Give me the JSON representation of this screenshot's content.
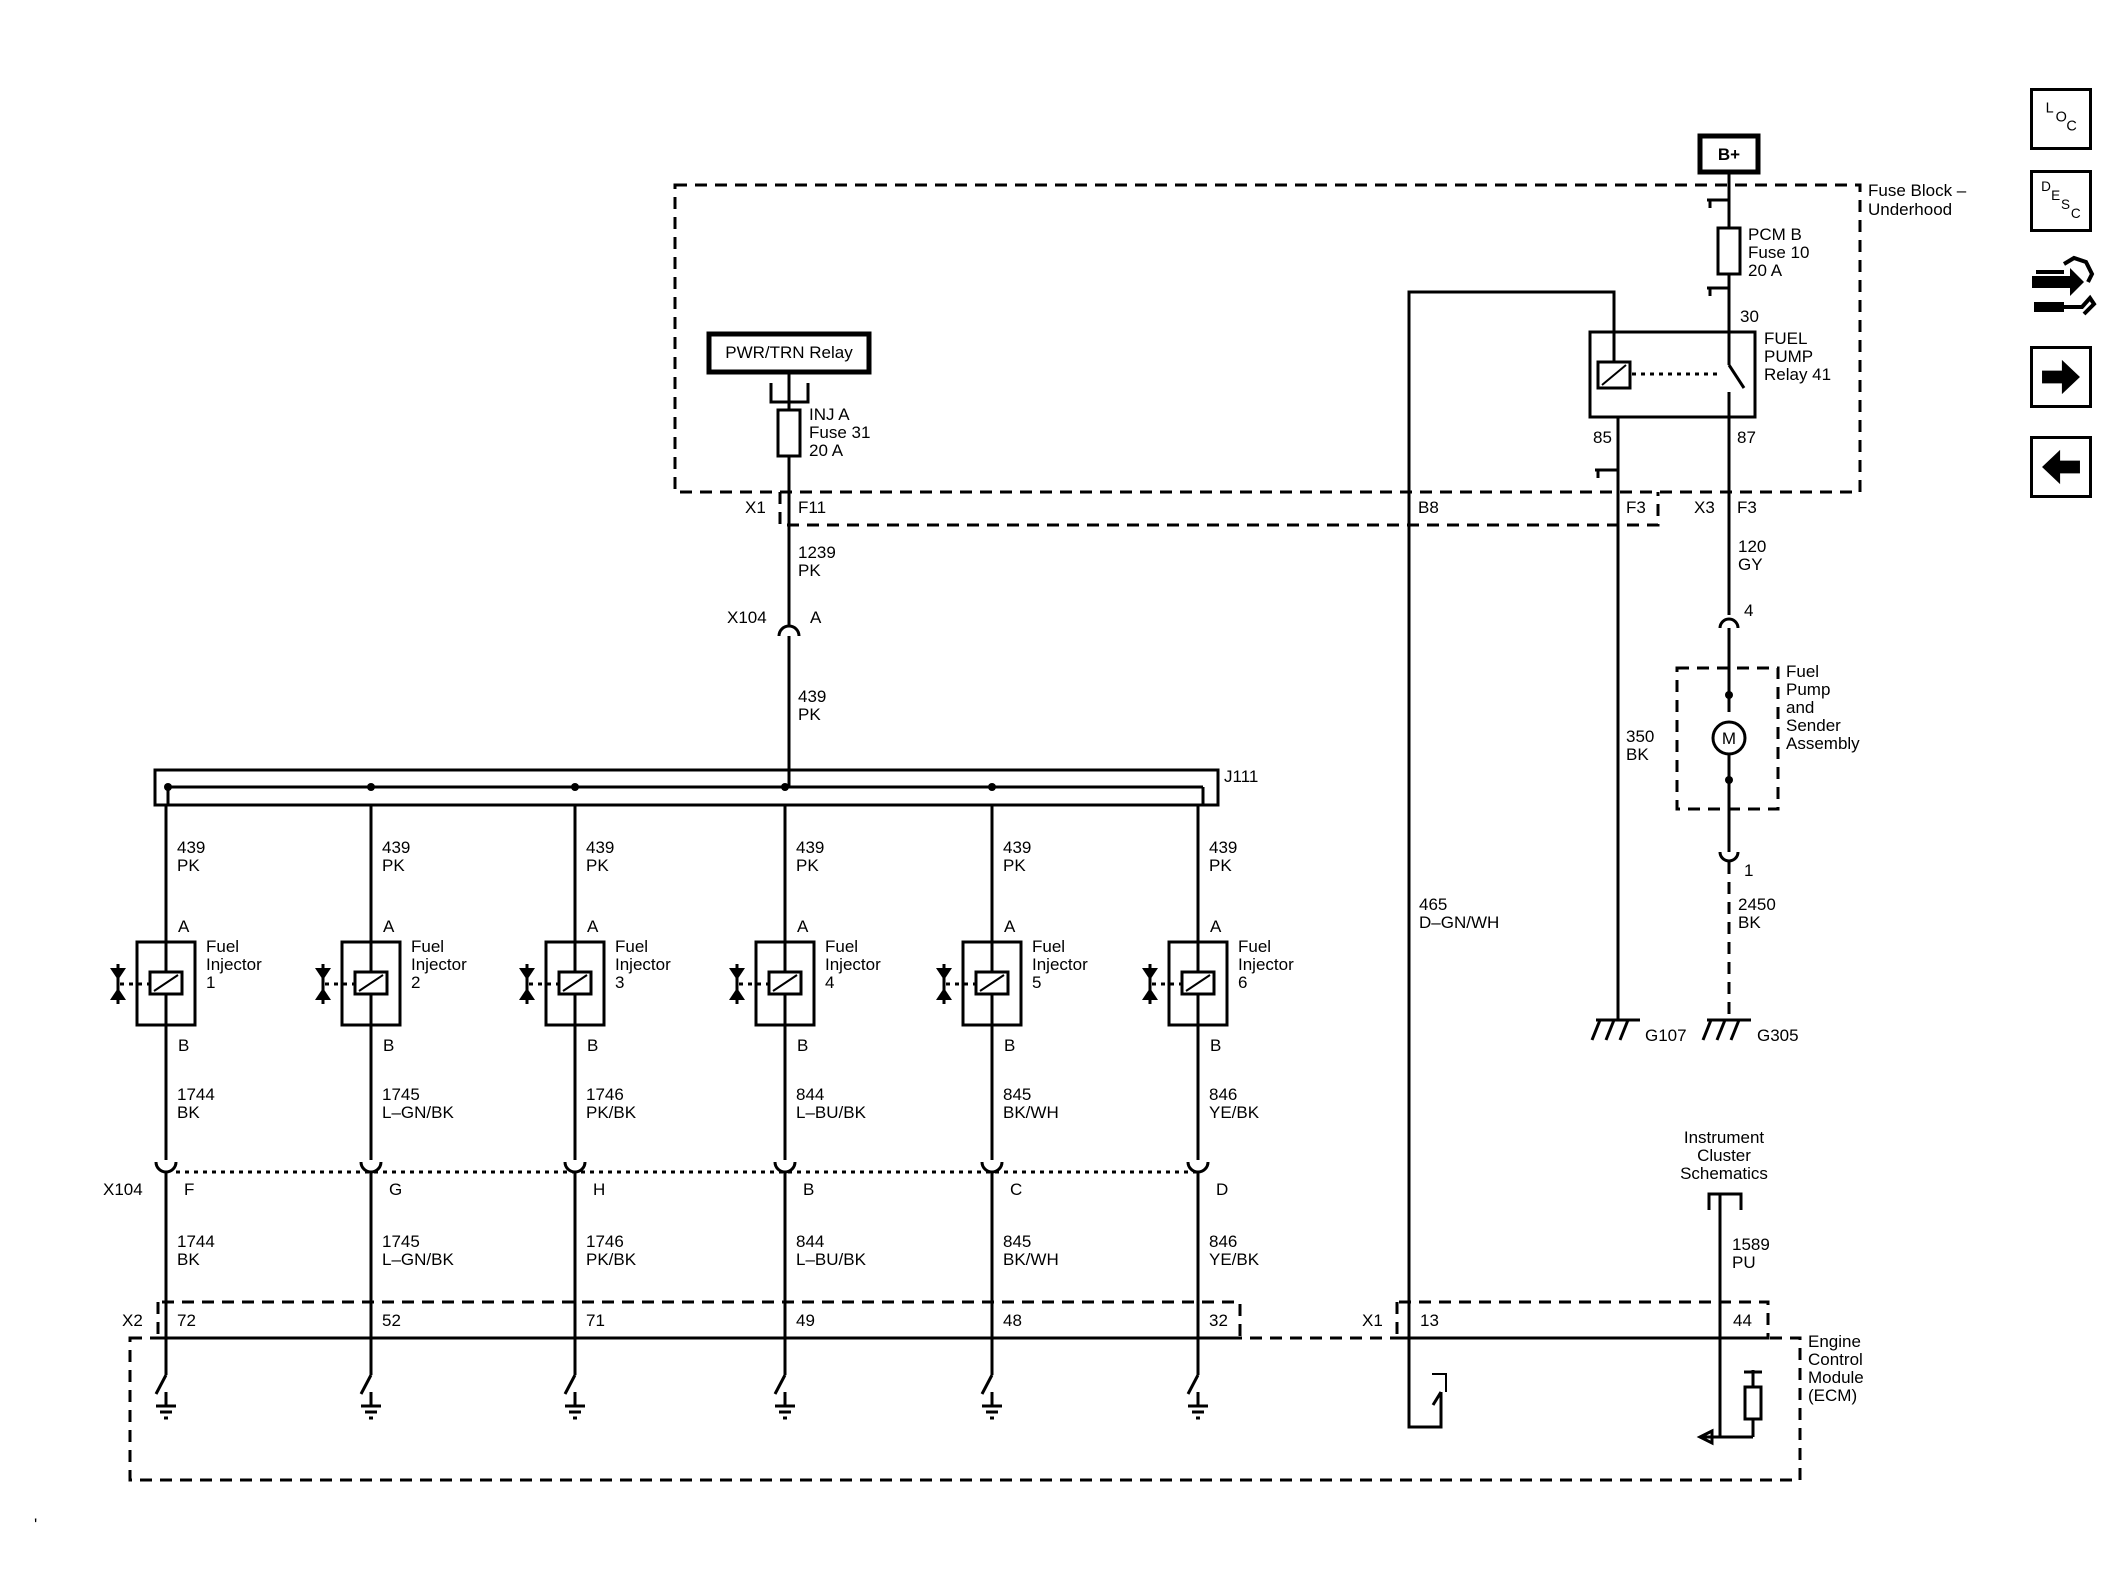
{
  "fuse_block": {
    "name": "Fuse Block – Underhood",
    "battery": "B+",
    "pwr_relay": "PWR/TRN Relay",
    "inj_fuse": {
      "name": "INJ A",
      "fuse": "Fuse 31",
      "rating": "20 A"
    },
    "pcm_fuse": {
      "name": "PCM B",
      "fuse": "Fuse 10",
      "rating": "20 A"
    },
    "fuel_pump_relay": {
      "line1": "FUEL",
      "line2": "PUMP",
      "line3": "Relay 41",
      "pin30": "30",
      "pin85": "85",
      "pin87": "87"
    }
  },
  "connectors": {
    "x1": "X1",
    "x3": "X3",
    "f11": "F11",
    "b8": "B8",
    "f3a": "F3",
    "f3b": "F3",
    "x104_top": "X104",
    "x104_top_pin": "A",
    "x104_bottom": "X104",
    "x2": "X2",
    "x1_ecm": "X1",
    "pin13": "13",
    "pin44": "44",
    "splice": "J111"
  },
  "feed_wires": {
    "w1239": {
      "circuit": "1239",
      "color": "PK"
    },
    "w439": {
      "circuit": "439",
      "color": "PK"
    },
    "w120": {
      "circuit": "120",
      "color": "GY"
    },
    "w350": {
      "circuit": "350",
      "color": "BK"
    },
    "w465": {
      "circuit": "465",
      "color": "D–GN/WH"
    },
    "w2450": {
      "circuit": "2450",
      "color": "BK"
    },
    "w1589": {
      "circuit": "1589",
      "color": "PU"
    }
  },
  "fuel_pump": {
    "line1": "Fuel",
    "line2": "Pump",
    "line3": "and",
    "line4": "Sender",
    "line5": "Assembly",
    "motor": "M",
    "pin_top": "4",
    "pin_bottom": "1"
  },
  "grounds": {
    "g107": "G107",
    "g305": "G305"
  },
  "instrument_cluster": {
    "line1": "Instrument",
    "line2": "Cluster",
    "line3": "Schematics"
  },
  "ecm": {
    "line1": "Engine",
    "line2": "Control",
    "line3": "Module",
    "line4": "(ECM)"
  },
  "injectors": [
    {
      "label1": "Fuel",
      "label2": "Injector",
      "num": "1",
      "pin_a": "A",
      "pin_b": "B",
      "feed_circuit": "439",
      "feed_color": "PK",
      "ctrl_circuit": "1744",
      "ctrl_color": "BK",
      "x104_pin": "F",
      "ecm_pin": "72"
    },
    {
      "label1": "Fuel",
      "label2": "Injector",
      "num": "2",
      "pin_a": "A",
      "pin_b": "B",
      "feed_circuit": "439",
      "feed_color": "PK",
      "ctrl_circuit": "1745",
      "ctrl_color": "L–GN/BK",
      "x104_pin": "G",
      "ecm_pin": "52"
    },
    {
      "label1": "Fuel",
      "label2": "Injector",
      "num": "3",
      "pin_a": "A",
      "pin_b": "B",
      "feed_circuit": "439",
      "feed_color": "PK",
      "ctrl_circuit": "1746",
      "ctrl_color": "PK/BK",
      "x104_pin": "H",
      "ecm_pin": "71"
    },
    {
      "label1": "Fuel",
      "label2": "Injector",
      "num": "4",
      "pin_a": "A",
      "pin_b": "B",
      "feed_circuit": "439",
      "feed_color": "PK",
      "ctrl_circuit": "844",
      "ctrl_color": "L–BU/BK",
      "x104_pin": "B",
      "ecm_pin": "49"
    },
    {
      "label1": "Fuel",
      "label2": "Injector",
      "num": "5",
      "pin_a": "A",
      "pin_b": "B",
      "feed_circuit": "439",
      "feed_color": "PK",
      "ctrl_circuit": "845",
      "ctrl_color": "BK/WH",
      "x104_pin": "C",
      "ecm_pin": "48"
    },
    {
      "label1": "Fuel",
      "label2": "Injector",
      "num": "6",
      "pin_a": "A",
      "pin_b": "B",
      "feed_circuit": "439",
      "feed_color": "PK",
      "ctrl_circuit": "846",
      "ctrl_color": "YE/BK",
      "x104_pin": "D",
      "ecm_pin": "32"
    }
  ],
  "nav": {
    "loc": {
      "l": "L",
      "o": "O",
      "c": "C"
    },
    "desc": {
      "d": "D",
      "e": "E",
      "s": "S",
      "c": "C"
    }
  }
}
